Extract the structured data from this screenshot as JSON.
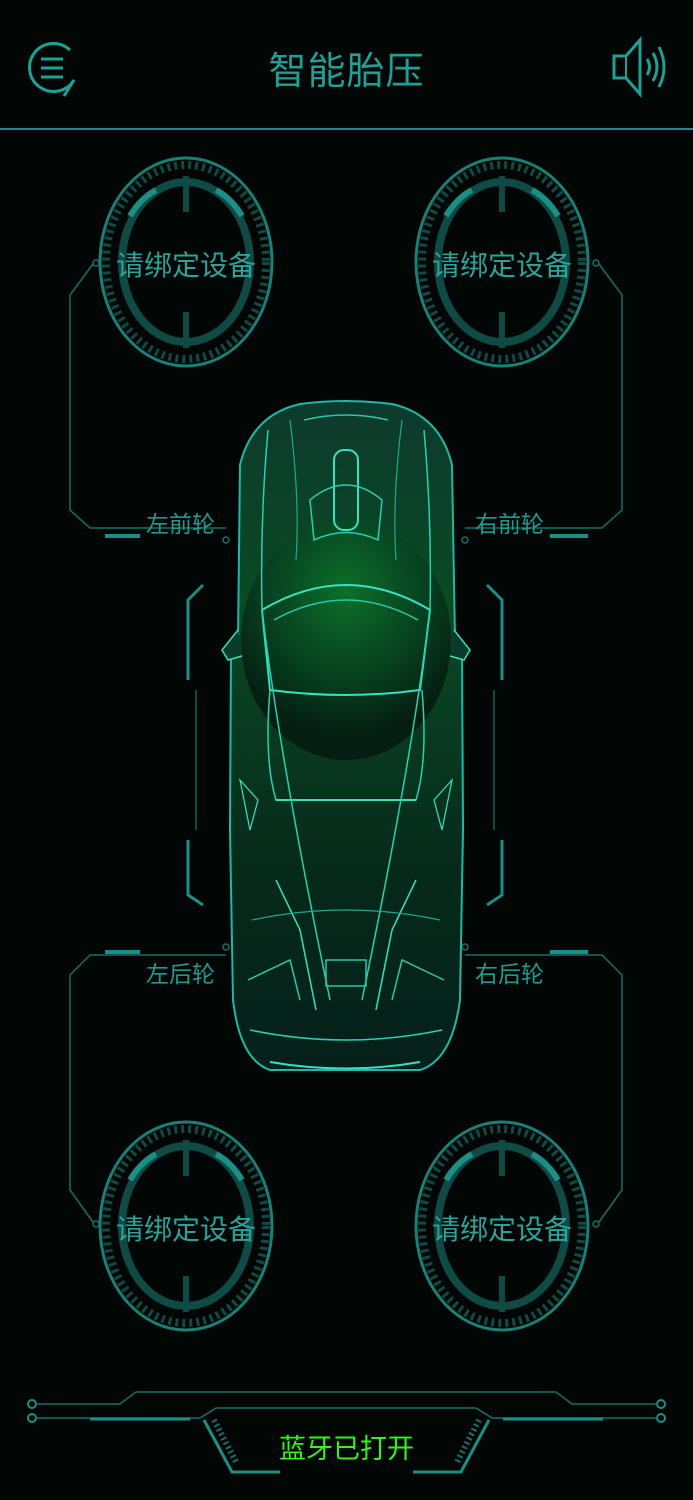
{
  "header": {
    "title": "智能胎压",
    "menu_icon": "menu-icon",
    "speaker_icon": "speaker-icon"
  },
  "wheels": {
    "front_left": {
      "label": "请绑定设备",
      "tire_label": "左前轮"
    },
    "front_right": {
      "label": "请绑定设备",
      "tire_label": "右前轮"
    },
    "rear_left": {
      "label": "请绑定设备",
      "tire_label": "左后轮"
    },
    "rear_right": {
      "label": "请绑定设备",
      "tire_label": "右后轮"
    }
  },
  "status": {
    "bluetooth": "蓝牙已打开"
  },
  "colors": {
    "background": "#020605",
    "accent": "#1a8f87",
    "label": "#1f9a91",
    "status": "#34f21a",
    "car_glow": "#0d7a2b"
  }
}
